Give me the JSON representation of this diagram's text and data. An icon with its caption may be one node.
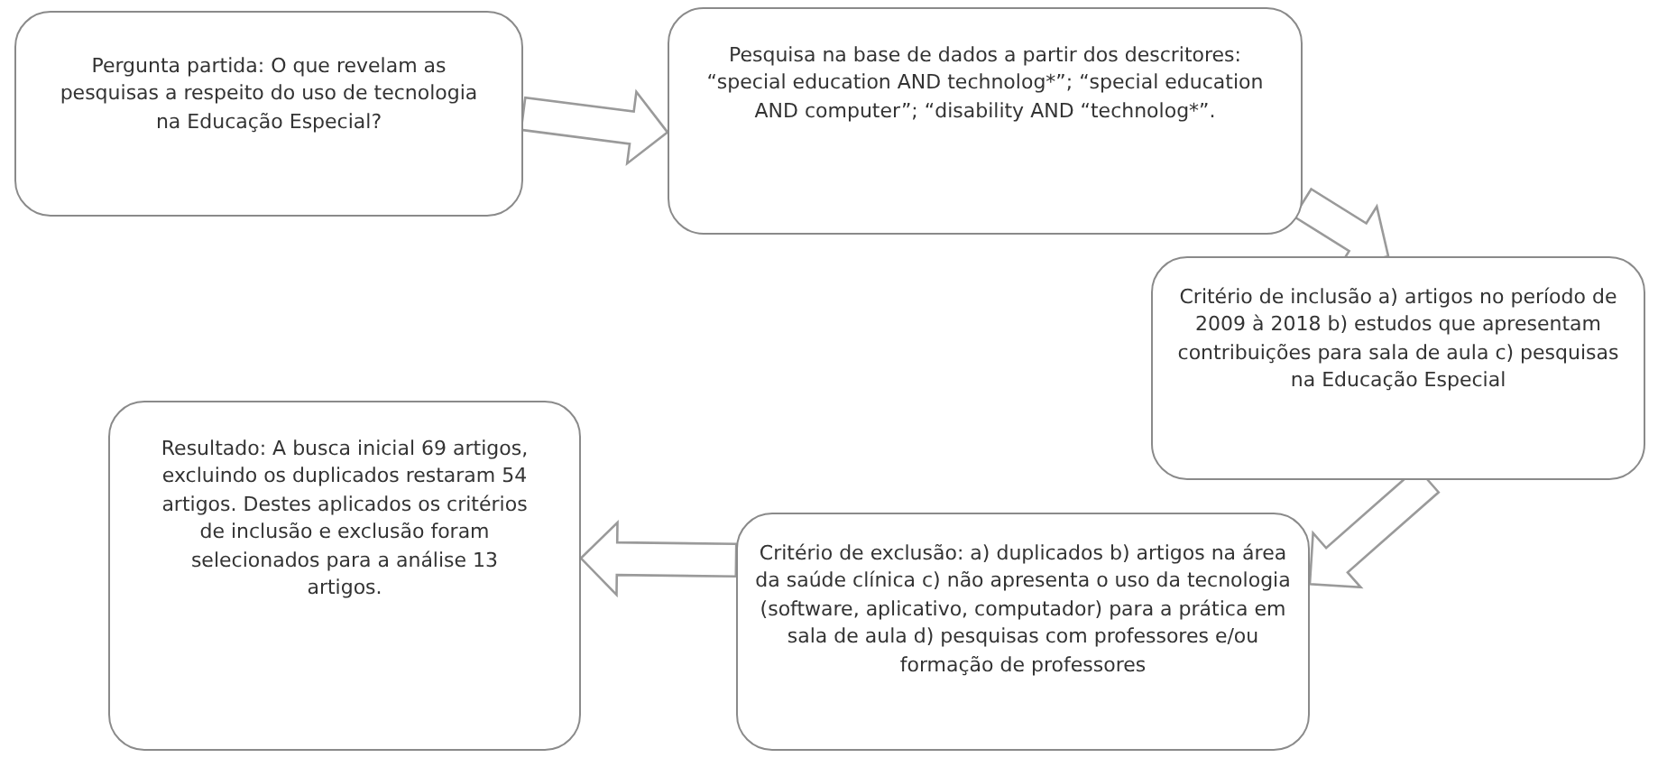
{
  "diagram": {
    "nodes": [
      {
        "text": [
          "Pergunta partida: O que revelam as pesquisas a respeito do uso de tecnologia na Educação Especial?"
        ]
      },
      {
        "text": [
          "Pesquisa na base de dados a partir dos descritores: “special education AND technolog*”; “special education AND computer”; “disability AND “technolog*”."
        ]
      },
      {
        "text": [
          "Critério de inclusão a) artigos no período de 2009 à 2018 b) estudos que apresentam contribuições para sala de aula c) pesquisas na Educação Especial"
        ]
      },
      {
        "text": [
          "Critério de exclusão: a) duplicados b) artigos na área da saúde clínica c) não apresenta o uso da tecnologia (software, aplicativo, computador) para a prática em sala de aula d) pesquisas com professores e/ou formação de professores"
        ]
      },
      {
        "text": [
          "Resultado: A busca inicial 69 artigos, excluindo os duplicados restaram 54 artigos. Destes aplicados os critérios de inclusão e exclusão foram selecionados para a análise 13 artigos."
        ]
      }
    ],
    "edges": [
      {
        "from": 0,
        "to": 1,
        "arrow": "to"
      },
      {
        "from": 1,
        "to": 2,
        "arrow": "to"
      },
      {
        "from": 2,
        "to": 3,
        "arrow": "to"
      },
      {
        "from": 3,
        "to": 4,
        "arrow": "to"
      }
    ]
  }
}
